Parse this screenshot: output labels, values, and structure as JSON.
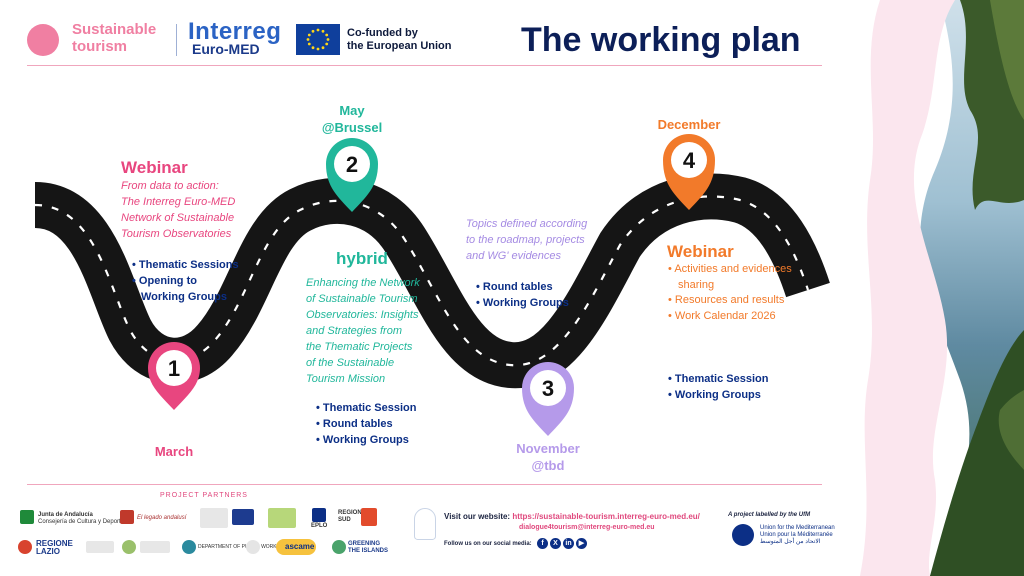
{
  "header": {
    "logo_text_line1": "Sustainable",
    "logo_text_line2": "tourism",
    "interreg": "Interreg",
    "interreg_sub": "Euro-MED",
    "eu_text_line1": "Co-funded by",
    "eu_text_line2": "the European Union",
    "title": "The working plan"
  },
  "stops": {
    "s1": {
      "number": "1",
      "pin_label": "March",
      "title": "Webinar",
      "desc": [
        "From data to action:",
        "The Interreg Euro-MED",
        "Network of Sustainable",
        "Tourism Observatories"
      ],
      "bullets": [
        "Thematic Sessions",
        "Opening to",
        "Working Groups"
      ]
    },
    "s2": {
      "number": "2",
      "pin_label_1": "May",
      "pin_label_2": "@Brussel",
      "title": "hybrid",
      "desc": [
        "Enhancing the Network",
        "of Sustainable Tourism",
        "Observatories: Insights",
        "and Strategies from",
        "the Thematic Projects",
        "of the Sustainable",
        "Tourism Mission"
      ],
      "bullets": [
        "Thematic Session",
        "Round tables",
        "Working Groups"
      ]
    },
    "s3": {
      "number": "3",
      "pin_label_1": "November",
      "pin_label_2": "@tbd",
      "desc": [
        "Topics defined according",
        "to the  roadmap, projects",
        "and WG' evidences"
      ],
      "bullets": [
        "Round tables",
        "Working Groups"
      ]
    },
    "s4": {
      "number": "4",
      "pin_label": "December",
      "title": "Webinar",
      "orange_bullets": [
        "Activities and evidences sharing",
        "Resources and results",
        "Work Calendar 2026"
      ],
      "bullets": [
        "Thematic Session",
        "Working Groups"
      ]
    }
  },
  "colors": {
    "pink": "#e8467f",
    "teal": "#21b79b",
    "purple": "#b59aea",
    "orange": "#f27a2a",
    "navy": "#0c2f86",
    "road": "#151515"
  },
  "footer": {
    "partners_label": "PROJECT PARTNERS",
    "partners": {
      "andalucia_1": "Junta de Andalucía",
      "andalucia_2": "Consejería de Cultura y Deporte",
      "legado": "El legado andalusí",
      "lazio_1": "REGIONE",
      "lazio_2": "LAZIO",
      "region_sud_1": "REGION",
      "region_sud_2": "SUD",
      "dept": "DEPARTMENT OF PUBLIC WORKS",
      "ascame": "ascame",
      "greening_1": "GREENING",
      "greening_2": "THE ISLANDS",
      "eplo": "EPLO"
    },
    "visit_label": "Visit our website: ",
    "website": "https://sustainable-tourism.interreg-euro-med.eu/",
    "email": "dialogue4tourism@interreg-euro-med.eu",
    "follow": "Follow us on our social media:",
    "social_icons": [
      "facebook-icon",
      "x-icon",
      "linkedin-icon",
      "youtube-icon"
    ],
    "social_glyphs": [
      "f",
      "X",
      "in",
      "▶"
    ],
    "ufm_label": "A project labelled by the UfM",
    "ufm_text_1": "Union for the Mediterranean",
    "ufm_text_2": "Union pour la Méditerranée",
    "ufm_text_3": "الاتحاد من أجل المتوسط"
  }
}
